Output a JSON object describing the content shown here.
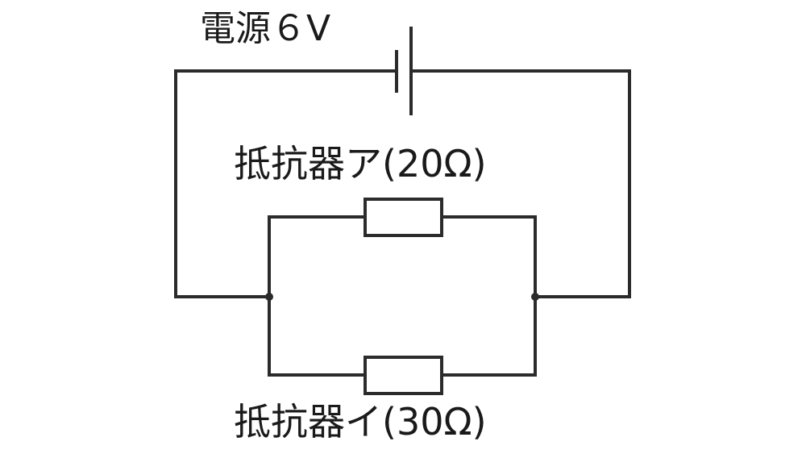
{
  "diagram": {
    "title": "Parallel resistor circuit",
    "battery_label": "電源６V",
    "resistor_a_label": "抵抗器ア(20Ω)",
    "resistor_b_label": "抵抗器イ(30Ω)",
    "line_color": "#2b2b2b",
    "text_color": "#1a1a1a"
  }
}
